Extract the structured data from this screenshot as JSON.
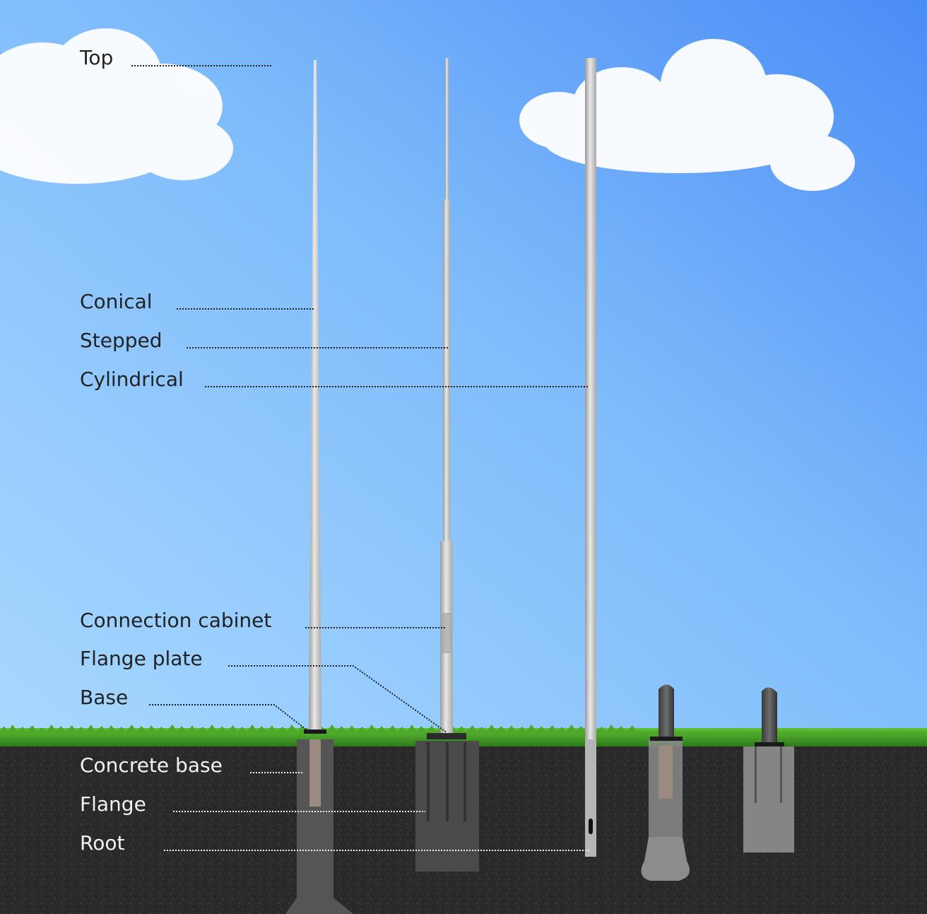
{
  "labels": {
    "top": "Top",
    "conical": "Conical",
    "stepped": "Stepped",
    "cylindrical": "Cylindrical",
    "connection_cabinet": "Connection cabinet",
    "flange_plate": "Flange plate",
    "base": "Base",
    "concrete_base": "Concrete base",
    "flange": "Flange",
    "root": "Root"
  },
  "colors": {
    "sky_top": "#4f8ff7",
    "sky_bottom": "#a6d6ff",
    "grass": "#3f9a24",
    "soil": "#2a2a2a",
    "pole": "#c9c9c9",
    "concrete": "#5a5a5a",
    "leader": "#222222"
  }
}
